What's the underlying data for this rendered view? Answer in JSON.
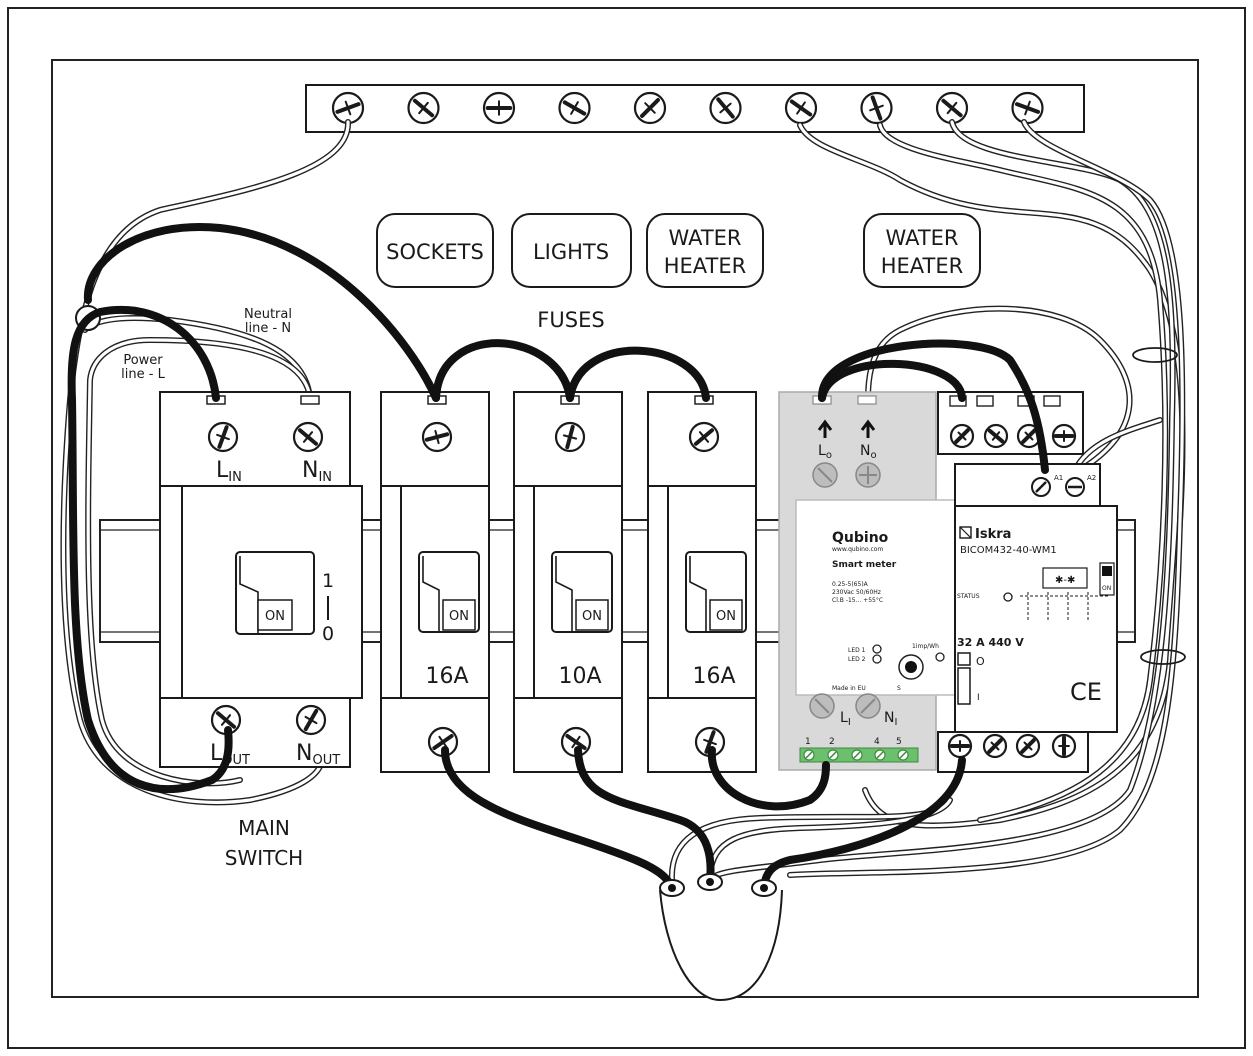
{
  "labels": {
    "sockets": "SOCKETS",
    "lights": "LIGHTS",
    "water_heater_1_line1": "WATER",
    "water_heater_1_line2": "HEATER",
    "water_heater_2_line1": "WATER",
    "water_heater_2_line2": "HEATER",
    "fuses": "FUSES",
    "neutral_line_1": "Neutral",
    "neutral_line_2": "line - N",
    "power_line_1": "Power",
    "power_line_2": "line - L",
    "main_switch_1": "MAIN",
    "main_switch_2": "SWITCH"
  },
  "main_switch": {
    "l_in": "L",
    "l_in_sub": "IN",
    "n_in": "N",
    "n_in_sub": "IN",
    "l_out": "L",
    "l_out_sub": "OUT",
    "n_out": "N",
    "n_out_sub": "OUT",
    "on": "ON",
    "pos_1": "1",
    "pos_0": "0"
  },
  "fuses": [
    {
      "rating": "16A",
      "on": "ON"
    },
    {
      "rating": "10A",
      "on": "ON"
    },
    {
      "rating": "16A",
      "on": "ON"
    }
  ],
  "smart_meter": {
    "brand": "Qubino",
    "url": "www.qubino.com",
    "model": "Smart meter",
    "spec1": "0.25-5(65)A",
    "spec2": "230Vac 50/60Hz",
    "spec3": "Cl.B -15... +55°C",
    "led1": "LED 1",
    "led2": "LED 2",
    "imp": "1imp/Wh",
    "made_in": "Made in EU",
    "s_label": "S",
    "lo": "L",
    "lo_sub": "o",
    "no": "N",
    "no_sub": "o",
    "li": "L",
    "li_sub": "I",
    "ni": "N",
    "ni_sub": "I",
    "terminals": [
      "1",
      "2",
      "4",
      "5"
    ]
  },
  "contactor": {
    "brand": "Iskra",
    "model": "BICOM432-40-WM1",
    "status": "STATUS",
    "rating": "32 A 440 V",
    "ce": "CE",
    "a1": "A1",
    "a2": "A2",
    "on": "ON",
    "off": "O",
    "i": "I"
  }
}
